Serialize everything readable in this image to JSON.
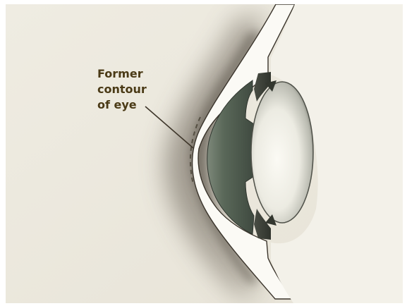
{
  "figure": {
    "annotation": {
      "lines": [
        "Former",
        "contour",
        "of eye"
      ]
    },
    "colors": {
      "background": "#ece8dc",
      "tissue": "#fbfaf5",
      "shadow": "#6f6659",
      "cornea_fill": "#5e6b5e",
      "lens_light": "#f6f5ee",
      "lens_edge": "#5b5d54",
      "annotation_text": "#4a3a16",
      "leader_line": "#3e362a"
    }
  }
}
